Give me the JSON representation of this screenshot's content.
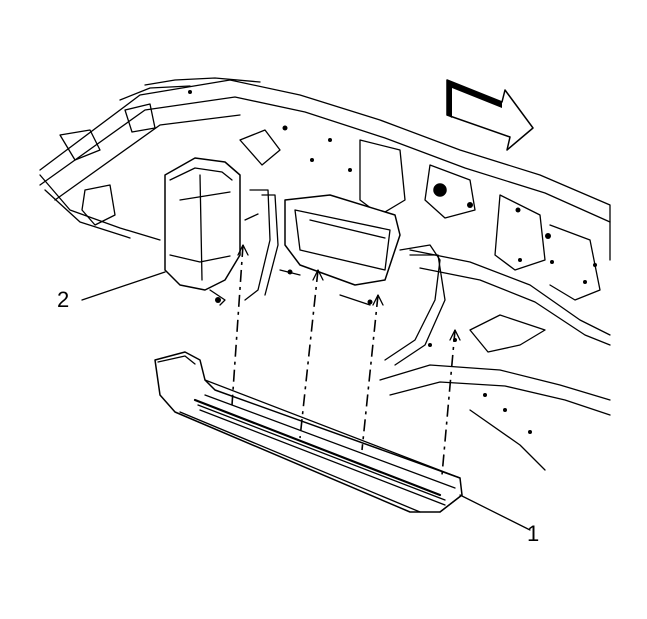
{
  "callouts": [
    {
      "id": "1",
      "label": "1",
      "part": "step-assembly"
    },
    {
      "id": "2",
      "label": "2",
      "part": "step-bracket"
    }
  ],
  "icons": {
    "direction_arrow": "forward-arrow-icon"
  }
}
